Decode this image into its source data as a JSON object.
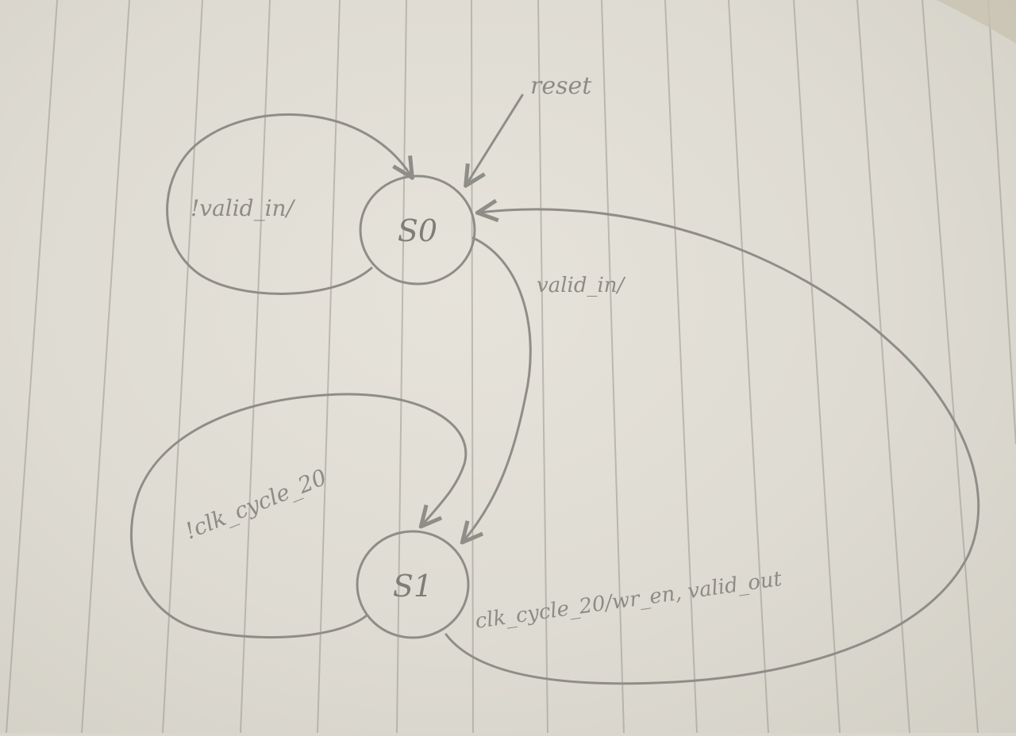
{
  "diagram": {
    "states": [
      {
        "id": "s0",
        "label": "S0"
      },
      {
        "id": "s1",
        "label": "S1"
      }
    ],
    "transitions": [
      {
        "id": "reset",
        "from": "",
        "to": "s0",
        "label": "reset"
      },
      {
        "id": "s0-self",
        "from": "s0",
        "to": "s0",
        "label": "!valid_in/"
      },
      {
        "id": "s0-to-s1",
        "from": "s0",
        "to": "s1",
        "label": "valid_in/"
      },
      {
        "id": "s1-self",
        "from": "s1",
        "to": "s1",
        "label": "!clk_cycle_20"
      },
      {
        "id": "s1-to-s0",
        "from": "s1",
        "to": "s0",
        "label": "clk_cycle_20/wr_en, valid_out"
      }
    ]
  },
  "colors": {
    "paper": "#e2dfd6",
    "rule_lines": "#9a9892",
    "pencil": "#8f8d88"
  }
}
